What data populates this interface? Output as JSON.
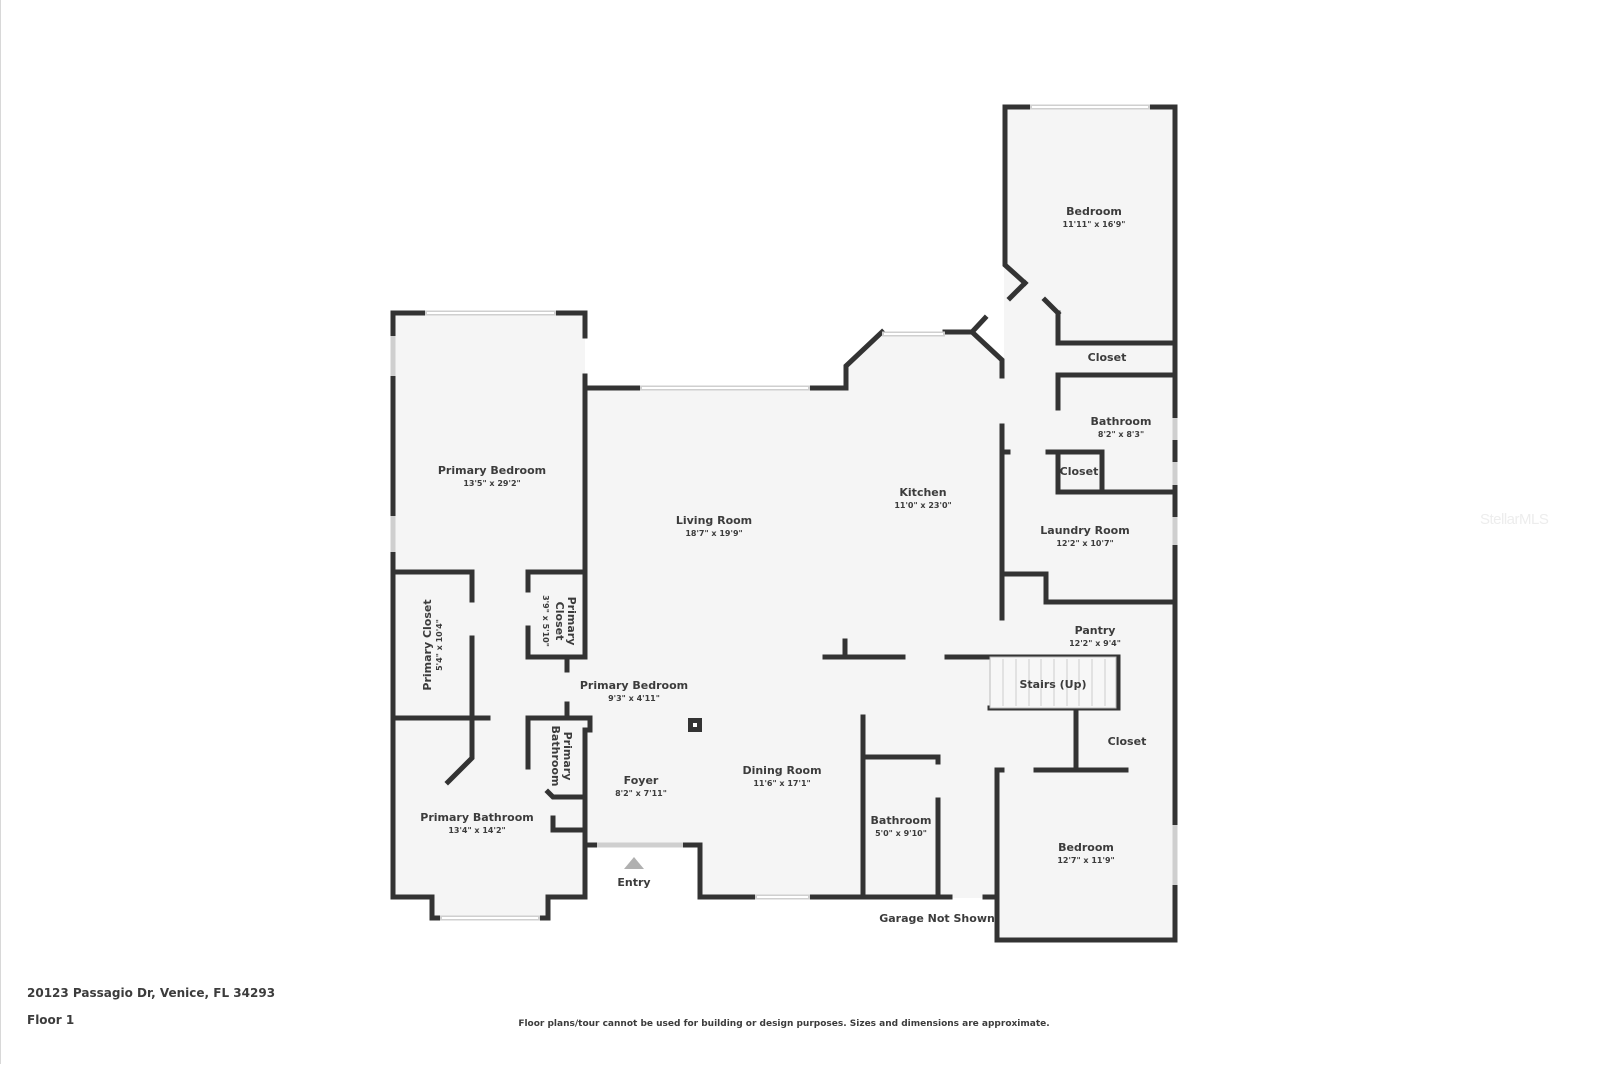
{
  "plan": {
    "address": "20123 Passagio Dr, Venice, FL 34293",
    "floor_label": "Floor 1",
    "disclaimer": "Floor plans/tour cannot be used for building or design purposes. Sizes and dimensions are approximate.",
    "watermark": "StellarMLS",
    "colors": {
      "wall": "#333333",
      "floor": "#f5f5f5",
      "window": "#cfcfcf",
      "text": "#3c3c3c",
      "entry_marker": "#b0b0b0"
    }
  },
  "rooms": {
    "bedroom_ne": {
      "name": "Bedroom",
      "dims": "11'11\" x 16'9\""
    },
    "primary_bedroom": {
      "name": "Primary Bedroom",
      "dims": "13'5\" x 29'2\""
    },
    "living_room": {
      "name": "Living Room",
      "dims": "18'7\" x 19'9\""
    },
    "kitchen": {
      "name": "Kitchen",
      "dims": "11'0\" x 23'0\""
    },
    "closet_upper": {
      "name": "Closet"
    },
    "bathroom_upper": {
      "name": "Bathroom",
      "dims": "8'2\" x 8'3\""
    },
    "closet_small": {
      "name": "Closet"
    },
    "laundry_room": {
      "name": "Laundry Room",
      "dims": "12'2\" x 10'7\""
    },
    "pantry": {
      "name": "Pantry",
      "dims": "12'2\" x 9'4\""
    },
    "stairs": {
      "name": "Stairs (Up)"
    },
    "primary_closet_large": {
      "name": "Primary Closet",
      "dims": "5'4\" x 10'4\""
    },
    "primary_closet_small": {
      "name": "Primary Closet",
      "dims": "3'9\" x 5'10\""
    },
    "primary_bedroom_hall": {
      "name": "Primary Bedroom",
      "dims": "9'3\" x 4'11\""
    },
    "primary_bathroom_small": {
      "name": "Primary Bathroom"
    },
    "primary_bathroom": {
      "name": "Primary Bathroom",
      "dims": "13'4\" x 14'2\""
    },
    "foyer": {
      "name": "Foyer",
      "dims": "8'2\" x 7'11\""
    },
    "dining_room": {
      "name": "Dining Room",
      "dims": "11'6\" x 17'1\""
    },
    "bathroom_lower": {
      "name": "Bathroom",
      "dims": "5'0\" x 9'10\""
    },
    "closet_lower": {
      "name": "Closet"
    },
    "bedroom_se": {
      "name": "Bedroom",
      "dims": "12'7\" x 11'9\""
    }
  },
  "annotations": {
    "entry": "Entry",
    "garage_note": "Garage Not Shown"
  }
}
